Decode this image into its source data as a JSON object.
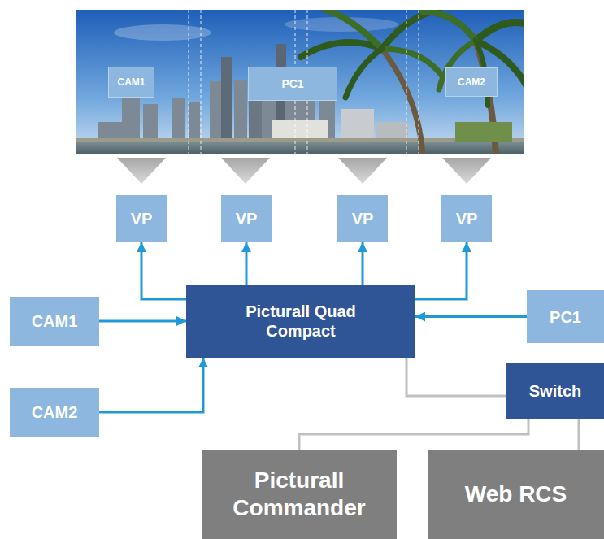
{
  "diagram": {
    "nodes": [
      {
        "text": [
          "CAM1"
        ]
      },
      {
        "text": [
          "PC1"
        ]
      },
      {
        "text": [
          "CAM2"
        ]
      },
      {
        "text": [
          "VP"
        ]
      },
      {
        "text": [
          "VP"
        ]
      },
      {
        "text": [
          "VP"
        ]
      },
      {
        "text": [
          "VP"
        ]
      },
      {
        "text": [
          "CAM1"
        ]
      },
      {
        "text": [
          "Picturall Quad Compact"
        ]
      },
      {
        "text": [
          "PC1"
        ]
      },
      {
        "text": [
          "CAM2"
        ]
      },
      {
        "text": [
          "Switch"
        ]
      },
      {
        "text": [
          "Picturall Commander"
        ]
      },
      {
        "text": [
          "Web RCS"
        ]
      }
    ],
    "edges": [
      {
        "from": 8,
        "to": 3,
        "arrow": "to"
      },
      {
        "from": 8,
        "to": 4,
        "arrow": "to"
      },
      {
        "from": 8,
        "to": 5,
        "arrow": "to"
      },
      {
        "from": 8,
        "to": 6,
        "arrow": "to"
      },
      {
        "from": 7,
        "to": 8,
        "arrow": "to"
      },
      {
        "from": 9,
        "to": 8,
        "arrow": "to"
      },
      {
        "from": 10,
        "to": 8,
        "arrow": "to"
      },
      {
        "from": 8,
        "to": 11,
        "arrow": "none"
      },
      {
        "from": 11,
        "to": 12,
        "arrow": "none"
      },
      {
        "from": 11,
        "to": 13,
        "arrow": "none"
      }
    ]
  }
}
